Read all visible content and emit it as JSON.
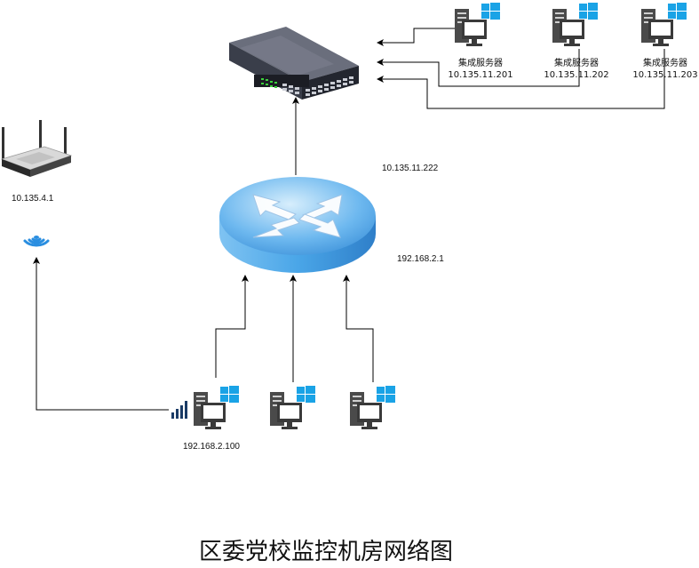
{
  "diagram": {
    "title": "区委党校监控机房网络图",
    "switch": {
      "icon": "network-switch-icon"
    },
    "router": {
      "icon": "router-icon",
      "upper_ip": "10.135.11.222",
      "lower_ip": "192.168.2.1"
    },
    "wireless_router": {
      "icon": "wireless-router-icon",
      "ip": "10.135.4.1"
    },
    "wifi": {
      "icon": "wifi-signal-icon"
    },
    "servers": [
      {
        "name": "集成服务器",
        "ip": "10.135.11.201",
        "icon": "windows-server-icon"
      },
      {
        "name": "集成服务器",
        "ip": "10.135.11.202",
        "icon": "windows-server-icon"
      },
      {
        "name": "集成服务器",
        "ip": "10.135.11.203",
        "icon": "windows-server-icon"
      }
    ],
    "clients": [
      {
        "ip": "192.168.2.100",
        "icon": "windows-server-icon"
      },
      {
        "ip": "",
        "icon": "windows-server-icon"
      },
      {
        "ip": "",
        "icon": "windows-server-icon"
      }
    ],
    "colors": {
      "router_blue": "#3a8fd8",
      "windows_blue": "#1aa3e6",
      "switch_dark": "#2e3240",
      "port_green": "#3dd13d"
    }
  }
}
